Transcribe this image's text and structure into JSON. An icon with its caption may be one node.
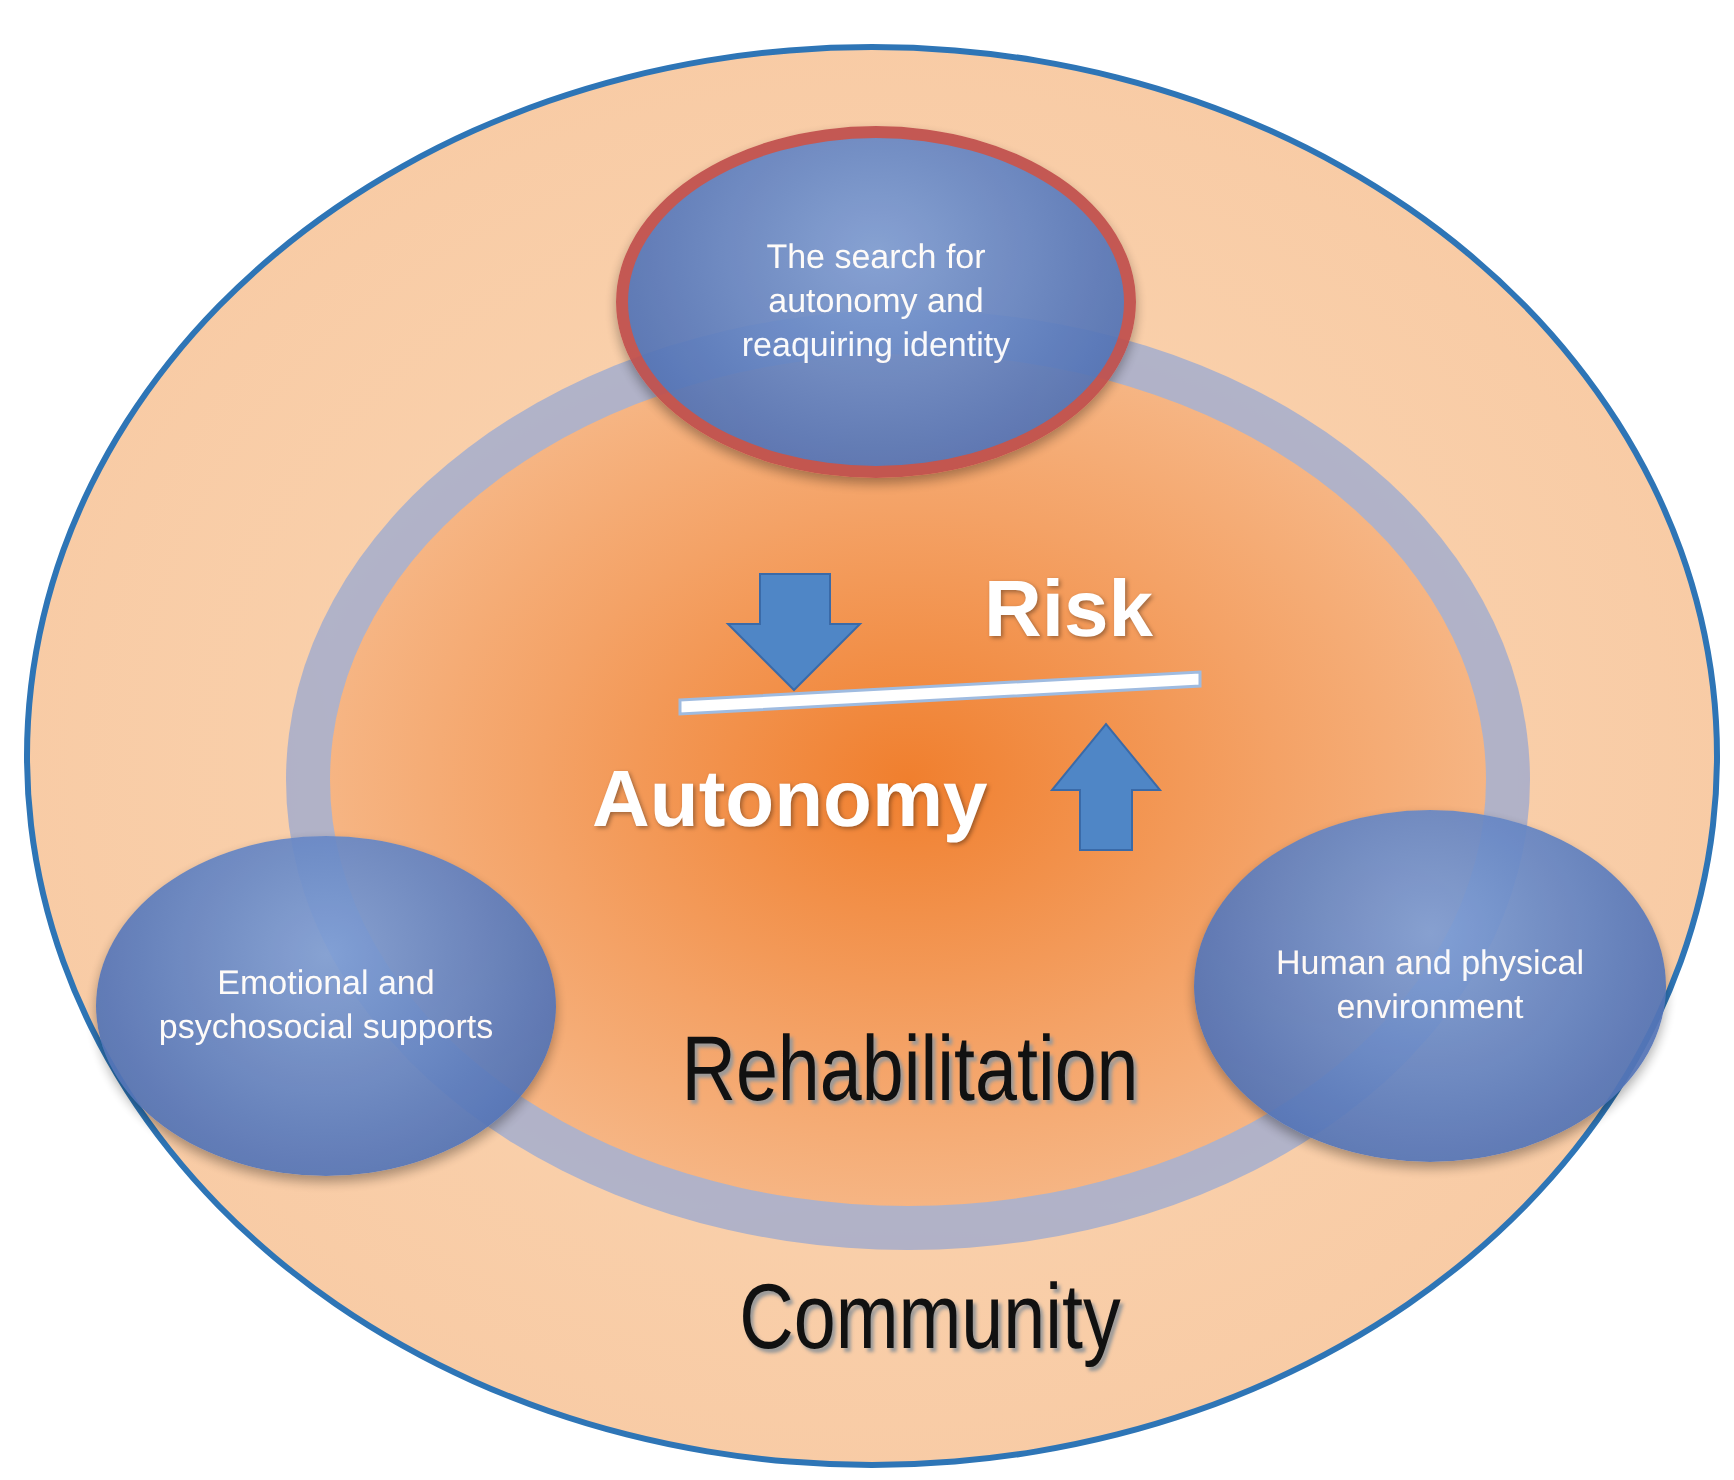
{
  "diagram": {
    "nodes": [
      {
        "text": [
          "Community"
        ]
      },
      {
        "text": [
          "Rehabilitation"
        ],
        "in": 0
      },
      {
        "text": [
          "The search for autonomy and reaquiring identity"
        ],
        "in": 0
      },
      {
        "text": [
          "Emotional and psychosocial supports"
        ],
        "in": 0
      },
      {
        "text": [
          "Human and physical environment"
        ],
        "in": 0
      }
    ],
    "labels": [
      "Risk",
      "Autonomy"
    ]
  }
}
